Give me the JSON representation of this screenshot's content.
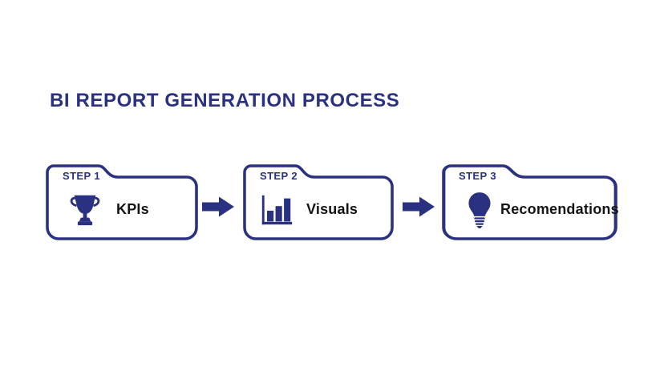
{
  "page": {
    "title": "BI REPORT GENERATION PROCESS"
  },
  "colors": {
    "navy": "#2b3181",
    "label_black": "#141414",
    "box_fill": "#ffffff",
    "background": "#ffffff"
  },
  "process": {
    "connector_icon": "arrow-right-icon",
    "steps": [
      {
        "step_label": "STEP 1",
        "label": "KPIs",
        "icon": "trophy-icon"
      },
      {
        "step_label": "STEP 2",
        "label": "Visuals",
        "icon": "bar-chart-icon"
      },
      {
        "step_label": "STEP 3",
        "label": "Recomendations",
        "icon": "lightbulb-icon"
      }
    ]
  }
}
